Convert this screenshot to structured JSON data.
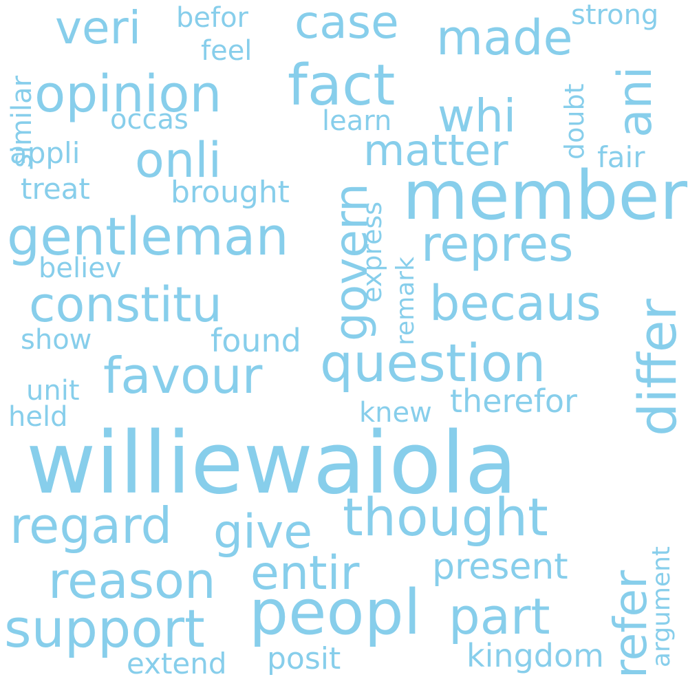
{
  "palette": {
    "word_color": "#87ceeb",
    "background": "#ffffff"
  },
  "words": {
    "williewaiola": "williewaiola",
    "member": "member",
    "opinion": "opinion",
    "fact": "fact",
    "gentleman": "gentleman",
    "peopl": "peopl",
    "question": "question",
    "thought": "thought",
    "support": "support",
    "constitu": "constitu",
    "govern": "govern",
    "differ": "differ",
    "ani": "ani",
    "refer": "refer",
    "made": "made",
    "veri": "veri",
    "case": "case",
    "regard": "regard",
    "reason": "reason",
    "onli": "onli",
    "repres": "repres",
    "becaus": "becaus",
    "favour": "favour",
    "whi": "whi",
    "matter": "matter",
    "give": "give",
    "entir": "entir",
    "part": "part",
    "present": "present",
    "therefor": "therefor",
    "brought": "brought",
    "found": "found",
    "kingdom": "kingdom",
    "posit": "posit",
    "extend": "extend",
    "treat": "treat",
    "appli": "appli",
    "fair": "fair",
    "strong": "strong",
    "befor": "befor",
    "feel": "feel",
    "occas": "occas",
    "learn": "learn",
    "believ": "believ",
    "show": "show",
    "unit": "unit",
    "held": "held",
    "knew": "knew",
    "similar": "similar",
    "doubt": "doubt",
    "express": "express",
    "remark": "remark",
    "argument": "argument"
  }
}
